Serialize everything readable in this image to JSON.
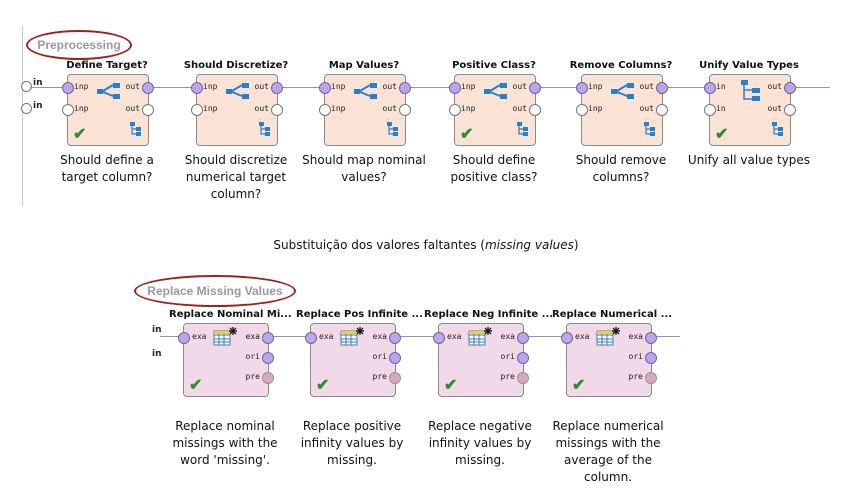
{
  "section1": {
    "label": "Preprocessing",
    "input_ports": [
      "in",
      "in"
    ],
    "operators": [
      {
        "title": "Define Target?",
        "ports_in": [
          "inp",
          "inp"
        ],
        "ports_out": [
          "out",
          "out"
        ],
        "checked": true,
        "description": "Should define a target column?"
      },
      {
        "title": "Should Discretize?",
        "ports_in": [
          "inp",
          "inp"
        ],
        "ports_out": [
          "out",
          "out"
        ],
        "checked": false,
        "description": "Should discretize numerical target column?"
      },
      {
        "title": "Map Values?",
        "ports_in": [
          "inp",
          "inp"
        ],
        "ports_out": [
          "out",
          "out"
        ],
        "checked": false,
        "description": "Should map nominal values?"
      },
      {
        "title": "Positive Class?",
        "ports_in": [
          "inp",
          "inp"
        ],
        "ports_out": [
          "out",
          "out"
        ],
        "checked": true,
        "description": "Should define positive class?"
      },
      {
        "title": "Remove Columns?",
        "ports_in": [
          "inp",
          "inp"
        ],
        "ports_out": [
          "out",
          "out"
        ],
        "checked": false,
        "description": "Should remove columns?"
      },
      {
        "title": "Unify Value Types",
        "ports_in": [
          "in",
          "in"
        ],
        "ports_out": [
          "out",
          "out"
        ],
        "checked": true,
        "description": "Unify all value types"
      }
    ]
  },
  "caption": {
    "prefix": "Substituição dos valores faltantes (",
    "emphasis": "missing values",
    "suffix": ")"
  },
  "section2": {
    "label": "Replace Missing Values",
    "input_ports": [
      "in",
      "in"
    ],
    "operators": [
      {
        "title": "Replace Nominal Mi...",
        "port_in": "exa",
        "ports_out": [
          "exa",
          "ori",
          "pre"
        ],
        "description": "Replace nominal missings with the word 'missing'."
      },
      {
        "title": "Replace Pos Infinite ...",
        "port_in": "exa",
        "ports_out": [
          "exa",
          "ori",
          "pre"
        ],
        "description": "Replace positive infinity values by missing."
      },
      {
        "title": "Replace Neg Infinite ...",
        "port_in": "exa",
        "ports_out": [
          "exa",
          "ori",
          "pre"
        ],
        "description": "Replace negative infinity values by missing."
      },
      {
        "title": "Replace Numerical ...",
        "port_in": "exa",
        "ports_out": [
          "exa",
          "ori",
          "pre"
        ],
        "description": "Replace numerical missings with the average of the column."
      }
    ]
  },
  "colors": {
    "pre_box": "#fbe3d5",
    "rep_box": "#f1d9ea",
    "highlight": "#9b2323",
    "wire": "#8f93b5"
  },
  "icons": {
    "process": "subprocess-icon",
    "replace": "table-star-icon",
    "check": "checkmark-icon",
    "tree": "tree-icon"
  }
}
